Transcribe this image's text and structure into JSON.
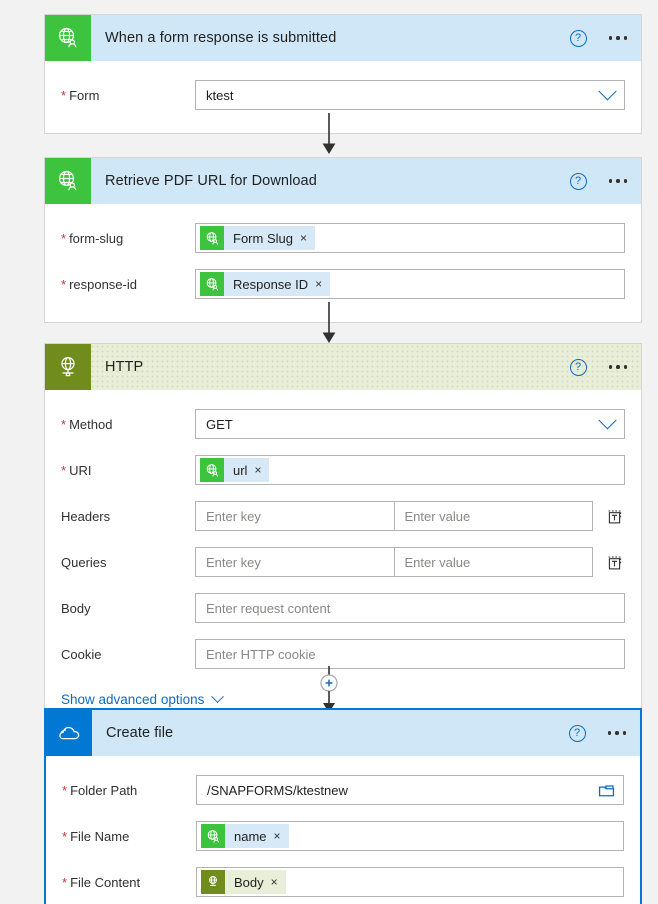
{
  "theme": {
    "page_bg": "#f2f2f2",
    "header_blue": "#cfe7f7",
    "header_green": "#e8eed8",
    "icon_green": "#3dc33d",
    "icon_olive": "#6f8c1d",
    "icon_blue": "#0078d4",
    "accent_link": "#0f6cbd",
    "required_red": "#d13438",
    "selected_border": "#0078d4"
  },
  "common": {
    "help_label": "?",
    "help_icon": "question-circle-icon",
    "menu_icon": "ellipsis-icon",
    "remove_token_label": "×"
  },
  "cards": [
    {
      "id": "trigger",
      "title": "When a form response is submitted",
      "icon": "globe-person-icon",
      "icon_bg": "green",
      "header_style": "blue",
      "selected": false,
      "fields": [
        {
          "label": "Form",
          "required": true,
          "type": "dropdown",
          "value": "ktest",
          "icon": "chevron-down-icon"
        }
      ]
    },
    {
      "id": "retrieve-pdf-url",
      "title": "Retrieve PDF URL for Download",
      "icon": "globe-person-icon",
      "icon_bg": "green",
      "header_style": "blue",
      "selected": false,
      "fields": [
        {
          "label": "form-slug",
          "required": true,
          "type": "token",
          "token": {
            "text": "Form Slug",
            "icon": "globe-person-icon",
            "icon_bg": "green",
            "body_bg": "blue"
          }
        },
        {
          "label": "response-id",
          "required": true,
          "type": "token",
          "token": {
            "text": "Response ID",
            "icon": "globe-person-icon",
            "icon_bg": "green",
            "body_bg": "blue"
          }
        }
      ]
    },
    {
      "id": "http",
      "title": "HTTP",
      "icon": "http-globe-icon",
      "icon_bg": "olive",
      "header_style": "green",
      "selected": false,
      "fields": [
        {
          "label": "Method",
          "required": true,
          "type": "dropdown",
          "value": "GET",
          "icon": "chevron-down-icon"
        },
        {
          "label": "URI",
          "required": true,
          "type": "token",
          "token": {
            "text": "url",
            "icon": "globe-person-icon",
            "icon_bg": "green",
            "body_bg": "blue"
          }
        },
        {
          "label": "Headers",
          "required": false,
          "type": "keyvalue",
          "key_placeholder": "Enter key",
          "value_placeholder": "Enter value",
          "tool_icon": "switch-to-text-mode-icon"
        },
        {
          "label": "Queries",
          "required": false,
          "type": "keyvalue",
          "key_placeholder": "Enter key",
          "value_placeholder": "Enter value",
          "tool_icon": "switch-to-text-mode-icon"
        },
        {
          "label": "Body",
          "required": false,
          "type": "text",
          "placeholder": "Enter request content"
        },
        {
          "label": "Cookie",
          "required": false,
          "type": "text",
          "placeholder": "Enter HTTP cookie"
        }
      ],
      "advanced_link": "Show advanced options",
      "advanced_icon": "chevron-down-icon"
    },
    {
      "id": "create-file",
      "title": "Create file",
      "icon": "onedrive-cloud-icon",
      "icon_bg": "blue",
      "header_style": "blue",
      "selected": true,
      "fields": [
        {
          "label": "Folder Path",
          "required": true,
          "type": "browse",
          "value": "/SNAPFORMS/ktestnew",
          "icon": "folder-browse-icon"
        },
        {
          "label": "File Name",
          "required": true,
          "type": "token",
          "token": {
            "text": "name",
            "icon": "globe-person-icon",
            "icon_bg": "green",
            "body_bg": "blue"
          }
        },
        {
          "label": "File Content",
          "required": true,
          "type": "token",
          "token": {
            "text": "Body",
            "icon": "http-globe-icon",
            "icon_bg": "olive",
            "body_bg": "lgreen"
          }
        }
      ]
    }
  ],
  "connectors": [
    {
      "id": "connector-1",
      "type": "arrow"
    },
    {
      "id": "connector-2",
      "type": "arrow"
    },
    {
      "id": "connector-3",
      "type": "arrow-with-plus",
      "plus_label": "+",
      "plus_icon": "add-step-icon"
    }
  ]
}
